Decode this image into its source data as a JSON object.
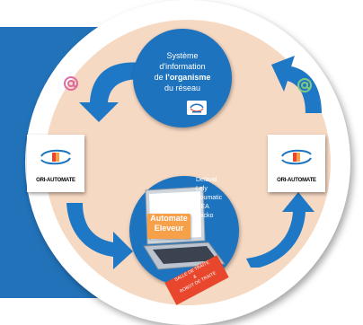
{
  "colors": {
    "blue": "#1e73be",
    "side_blue": "#2272b9",
    "peach": "#f6d9c3",
    "orange": "#f6a04a",
    "red_tag": "#e8472e",
    "arrow_blue": "#1f78c6",
    "at_pink": "#e06aa0",
    "at_green": "#7fc97f"
  },
  "system": {
    "line1": "Système",
    "line2": "d'information",
    "line3_prefix": "de ",
    "line3_bold": "l'organisme",
    "line4": "du réseau"
  },
  "left_box": {
    "label": "ORI-AUTOMATE",
    "icon": "ori-automate-logo-icon"
  },
  "right_box": {
    "label": "ORI-AUTOMATE",
    "icon": "ori-automate-logo-icon"
  },
  "laptop": {
    "screen_label_1": "Automate",
    "screen_label_2": "Eleveur",
    "brands": [
      "Delaval",
      "Lely",
      "Boumatic",
      "GEA",
      "Packo"
    ],
    "tag_line1": "SALLE DE TRAITE",
    "tag_line2": "&",
    "tag_line3": "ROBOT DE TRAITE"
  },
  "icons": {
    "left_at": "at-sign-icon",
    "right_at": "at-sign-icon",
    "org_logo": "organisme-logo-icon"
  }
}
